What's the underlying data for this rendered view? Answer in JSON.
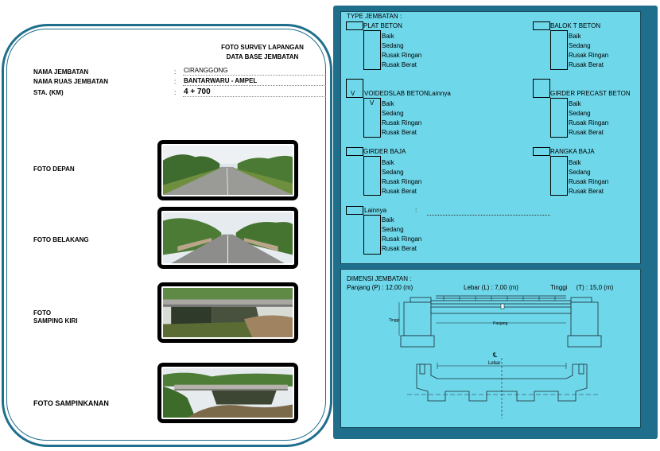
{
  "document": {
    "title_line1": "FOTO SURVEY LAPANGAN",
    "title_line2": "DATA BASE JEMBATAN"
  },
  "fields": [
    {
      "label": "NAMA JEMBATAN",
      "colon": ":",
      "value": "CIRANGGONG"
    },
    {
      "label": "NAMA RUAS JEMBATAN",
      "colon": ":",
      "value": "BANTARWARU - AMPEL"
    },
    {
      "label": "STA. (KM)",
      "colon": ":",
      "value": "4 + 700"
    }
  ],
  "photos": [
    {
      "label": "FOTO DEPAN",
      "scene": "road-front"
    },
    {
      "label": "FOTO BELAKANG",
      "scene": "road-back"
    },
    {
      "label_line1": "FOTO",
      "label_line2": "SAMPING KIRI",
      "scene": "bridge-side"
    },
    {
      "label": "FOTO SAMPINKANAN",
      "scene": "bridge-right"
    }
  ],
  "type_jembatan": {
    "heading": "TYPE JEMBATAN :",
    "conditions": [
      "Baik",
      "Sedang",
      "Rusak Ringan",
      "Rusak Berat"
    ],
    "types": [
      {
        "label": "PLAT BETON",
        "mark": ""
      },
      {
        "label": "BALOK T BETON",
        "mark": ""
      },
      {
        "label": "VOIDEDSLAB BETONLainnya",
        "mark": "V",
        "condition_mark": "V"
      },
      {
        "label": "GIRDER PRECAST BETON",
        "mark": ""
      },
      {
        "label": "GIRDER BAJA",
        "mark": ""
      },
      {
        "label": "RANGKA BAJA",
        "mark": ""
      },
      {
        "label": "Lainnya",
        "mark": "",
        "colon": ":"
      }
    ]
  },
  "dimensi": {
    "heading": "DIMENSI JEMBATAN :",
    "panjang": "Panjang (P) : 12,00 (m)",
    "lebar": "Lebar (L) : 7,00 (m)",
    "tinggi": "Tinggi     (T) : 15,0 (m)",
    "drawing_labels": {
      "tinggi": "Tinggi",
      "panjang": "Panjang",
      "lebar": "Lebar",
      "cl": "℄"
    }
  },
  "colors": {
    "panel": "#6fd7ea",
    "frame": "#1f6e8c"
  }
}
